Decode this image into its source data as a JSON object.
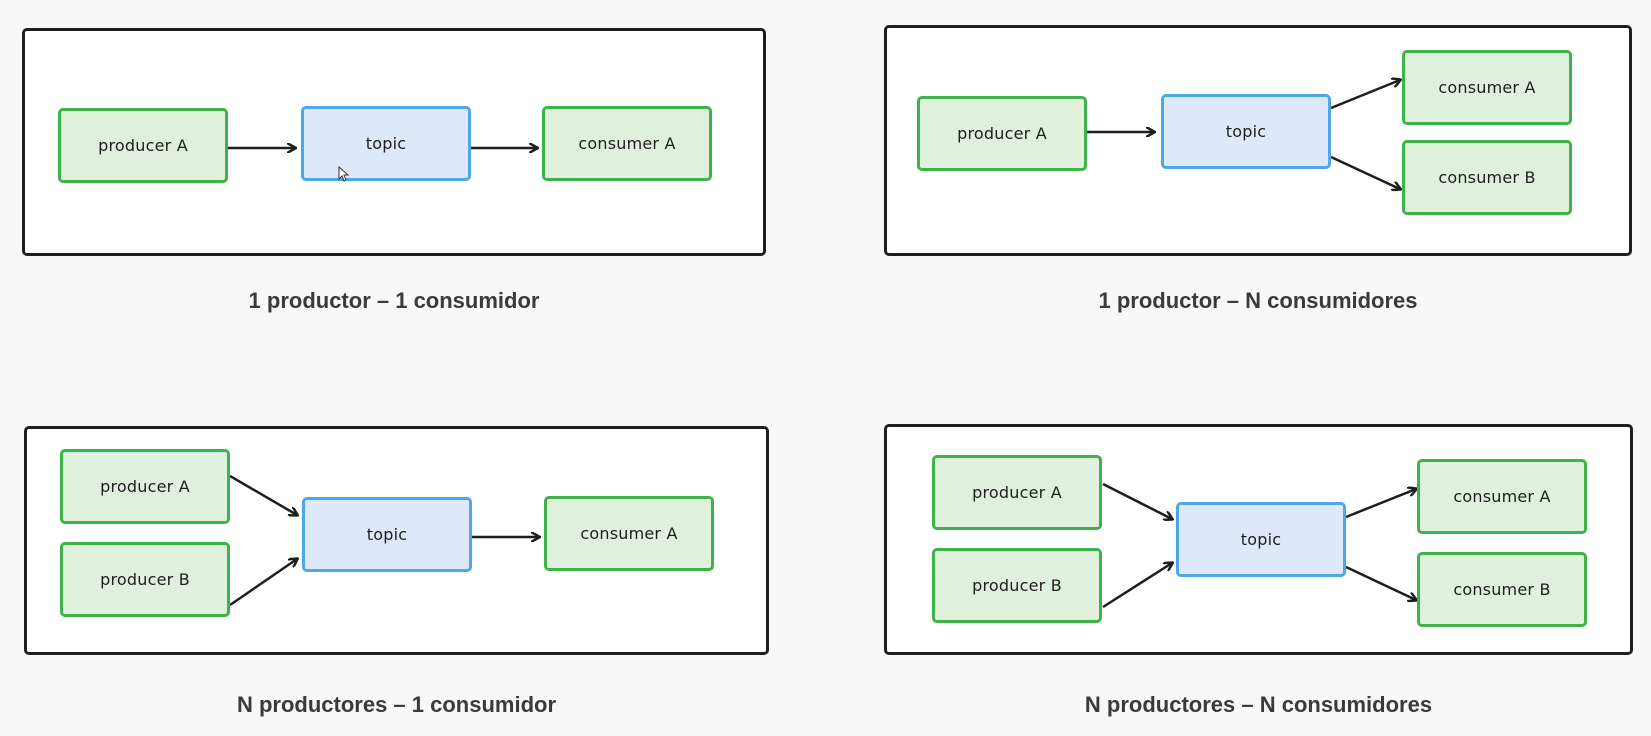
{
  "diagrams": [
    {
      "caption": "1 productor – 1 consumidor",
      "producers": [
        "producer A"
      ],
      "topic": "topic",
      "consumers": [
        "consumer A"
      ]
    },
    {
      "caption": "1 productor – N consumidores",
      "producers": [
        "producer A"
      ],
      "topic": "topic",
      "consumers": [
        "consumer A",
        "consumer B"
      ]
    },
    {
      "caption": "N productores – 1 consumidor",
      "producers": [
        "producer A",
        "producer B"
      ],
      "topic": "topic",
      "consumers": [
        "consumer A"
      ]
    },
    {
      "caption": "N productores – N consumidores",
      "producers": [
        "producer A",
        "producer B"
      ],
      "topic": "topic",
      "consumers": [
        "consumer A",
        "consumer B"
      ]
    }
  ],
  "colors": {
    "producer_fill": "#dff0dc",
    "producer_border": "#3fb24a",
    "topic_fill": "#dde9f8",
    "topic_border": "#4fa7e6",
    "arrow": "#1e1e1e"
  }
}
